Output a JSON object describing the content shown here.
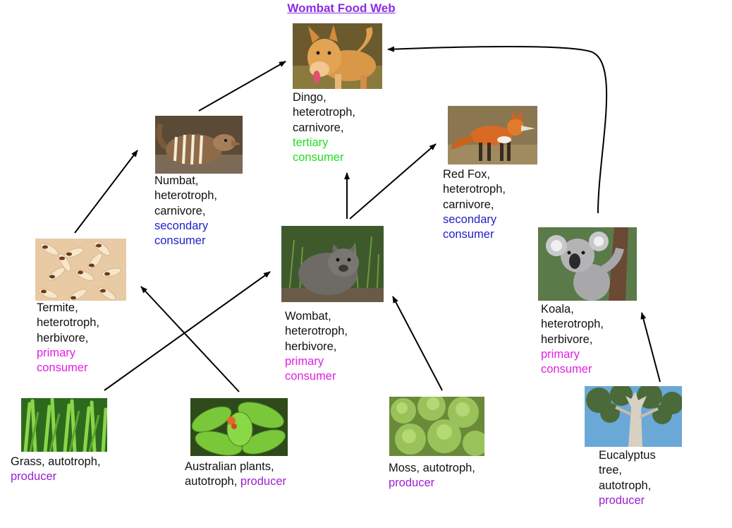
{
  "title": "Wombat Food Web",
  "colors": {
    "tertiary": "#22dd22",
    "secondary": "#1f1fc8",
    "primary": "#e020e0",
    "producer": "#9b1fd0",
    "title": "#8a2be2"
  },
  "organisms": {
    "dingo": {
      "icon": "dingo-photo",
      "l1": "Dingo,",
      "l2": "heterotroph,",
      "l3": "carnivore,",
      "role1": "tertiary",
      "role2": "consumer"
    },
    "numbat": {
      "icon": "numbat-photo",
      "l1": "Numbat,",
      "l2": "heterotroph,",
      "l3": "carnivore,",
      "role1": "secondary",
      "role2": "consumer"
    },
    "red_fox": {
      "icon": "red-fox-photo",
      "l1": "Red Fox,",
      "l2": "heterotroph,",
      "l3": "carnivore,",
      "role1": "secondary",
      "role2": "consumer"
    },
    "termite": {
      "icon": "termite-photo",
      "l1": "Termite,",
      "l2": "heterotroph,",
      "l3": "herbivore,",
      "role1": "primary",
      "role2": "consumer"
    },
    "wombat": {
      "icon": "wombat-photo",
      "l1": "Wombat,",
      "l2": "heterotroph,",
      "l3": "herbivore,",
      "role1": "primary",
      "role2": "consumer"
    },
    "koala": {
      "icon": "koala-photo",
      "l1": "Koala,",
      "l2": "heterotroph,",
      "l3": "herbivore,",
      "role1": "primary",
      "role2": "consumer"
    },
    "grass": {
      "icon": "grass-photo",
      "l1": "Grass, autotroph,",
      "role": "producer"
    },
    "australian_plants": {
      "icon": "australian-plants-photo",
      "l1": "Australian plants,",
      "l2": "autotroph, ",
      "role": "producer"
    },
    "moss": {
      "icon": "moss-photo",
      "l1": "Moss, autotroph,",
      "role": "producer"
    },
    "eucalyptus": {
      "icon": "eucalyptus-tree-photo",
      "l1": "Eucalyptus",
      "l2": "tree,",
      "l3": "autotroph,",
      "role": "producer"
    }
  },
  "edges": [
    {
      "from": "Termite",
      "to": "Numbat"
    },
    {
      "from": "Numbat",
      "to": "Dingo"
    },
    {
      "from": "Wombat",
      "to": "Dingo"
    },
    {
      "from": "Wombat",
      "to": "Red Fox"
    },
    {
      "from": "Koala",
      "to": "Dingo"
    },
    {
      "from": "Grass",
      "to": "Wombat"
    },
    {
      "from": "Australian plants",
      "to": "Termite"
    },
    {
      "from": "Moss",
      "to": "Wombat"
    },
    {
      "from": "Eucalyptus tree",
      "to": "Koala"
    }
  ]
}
